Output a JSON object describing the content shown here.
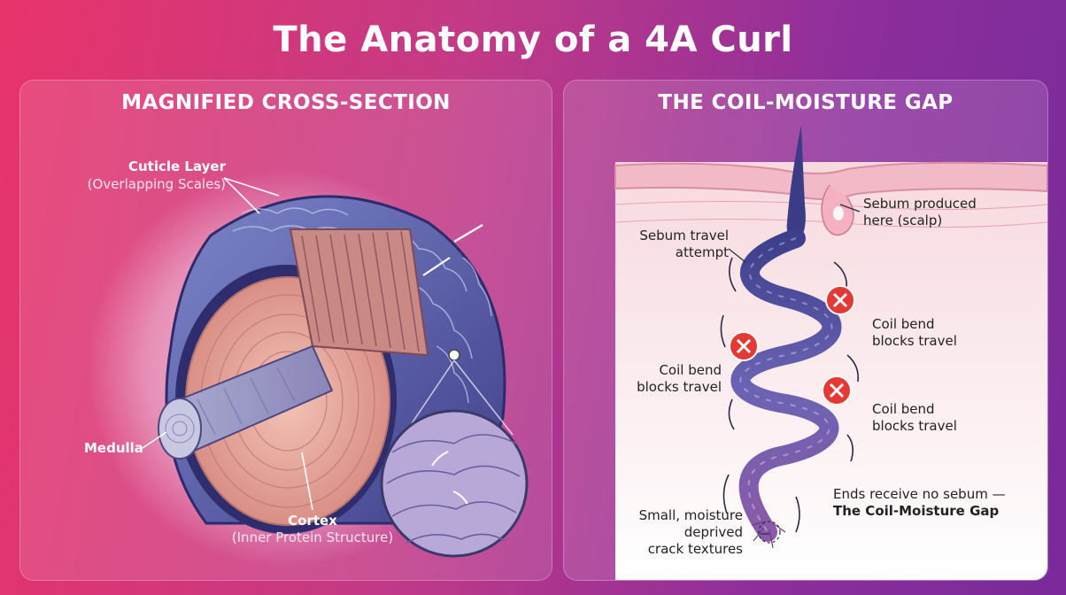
{
  "title": "The Anatomy of a 4A Curl",
  "left": {
    "heading": "MAGNIFIED CROSS-SECTION",
    "cuticle": {
      "name": "Cuticle Layer",
      "sub": "(Overlapping Scales)"
    },
    "medulla": {
      "name": "Medulla"
    },
    "cortex": {
      "name": "Cortex",
      "sub": "(Inner Protein Structure)"
    }
  },
  "right": {
    "heading": "THE COIL-MOISTURE GAP",
    "sebum_produced": [
      "Sebum produced",
      "here (scalp)"
    ],
    "sebum_travel": [
      "Sebum travel",
      "attempt"
    ],
    "coil_bend_1": [
      "Coil bend",
      "blocks travel"
    ],
    "coil_bend_2": [
      "Coil bend",
      "blocks travel"
    ],
    "coil_bend_3": [
      "Coil bend",
      "blocks travel"
    ],
    "ends": {
      "line1": "Ends receive no sebum —",
      "line2": "The Coil-Moisture Gap"
    },
    "cracks": [
      "Small, moisture",
      "deprived",
      "crack textures"
    ]
  },
  "colors": {
    "accent_red": "#e53935",
    "hair_blue": "#5b5fa8",
    "cortex_pink": "#e9a79a"
  }
}
